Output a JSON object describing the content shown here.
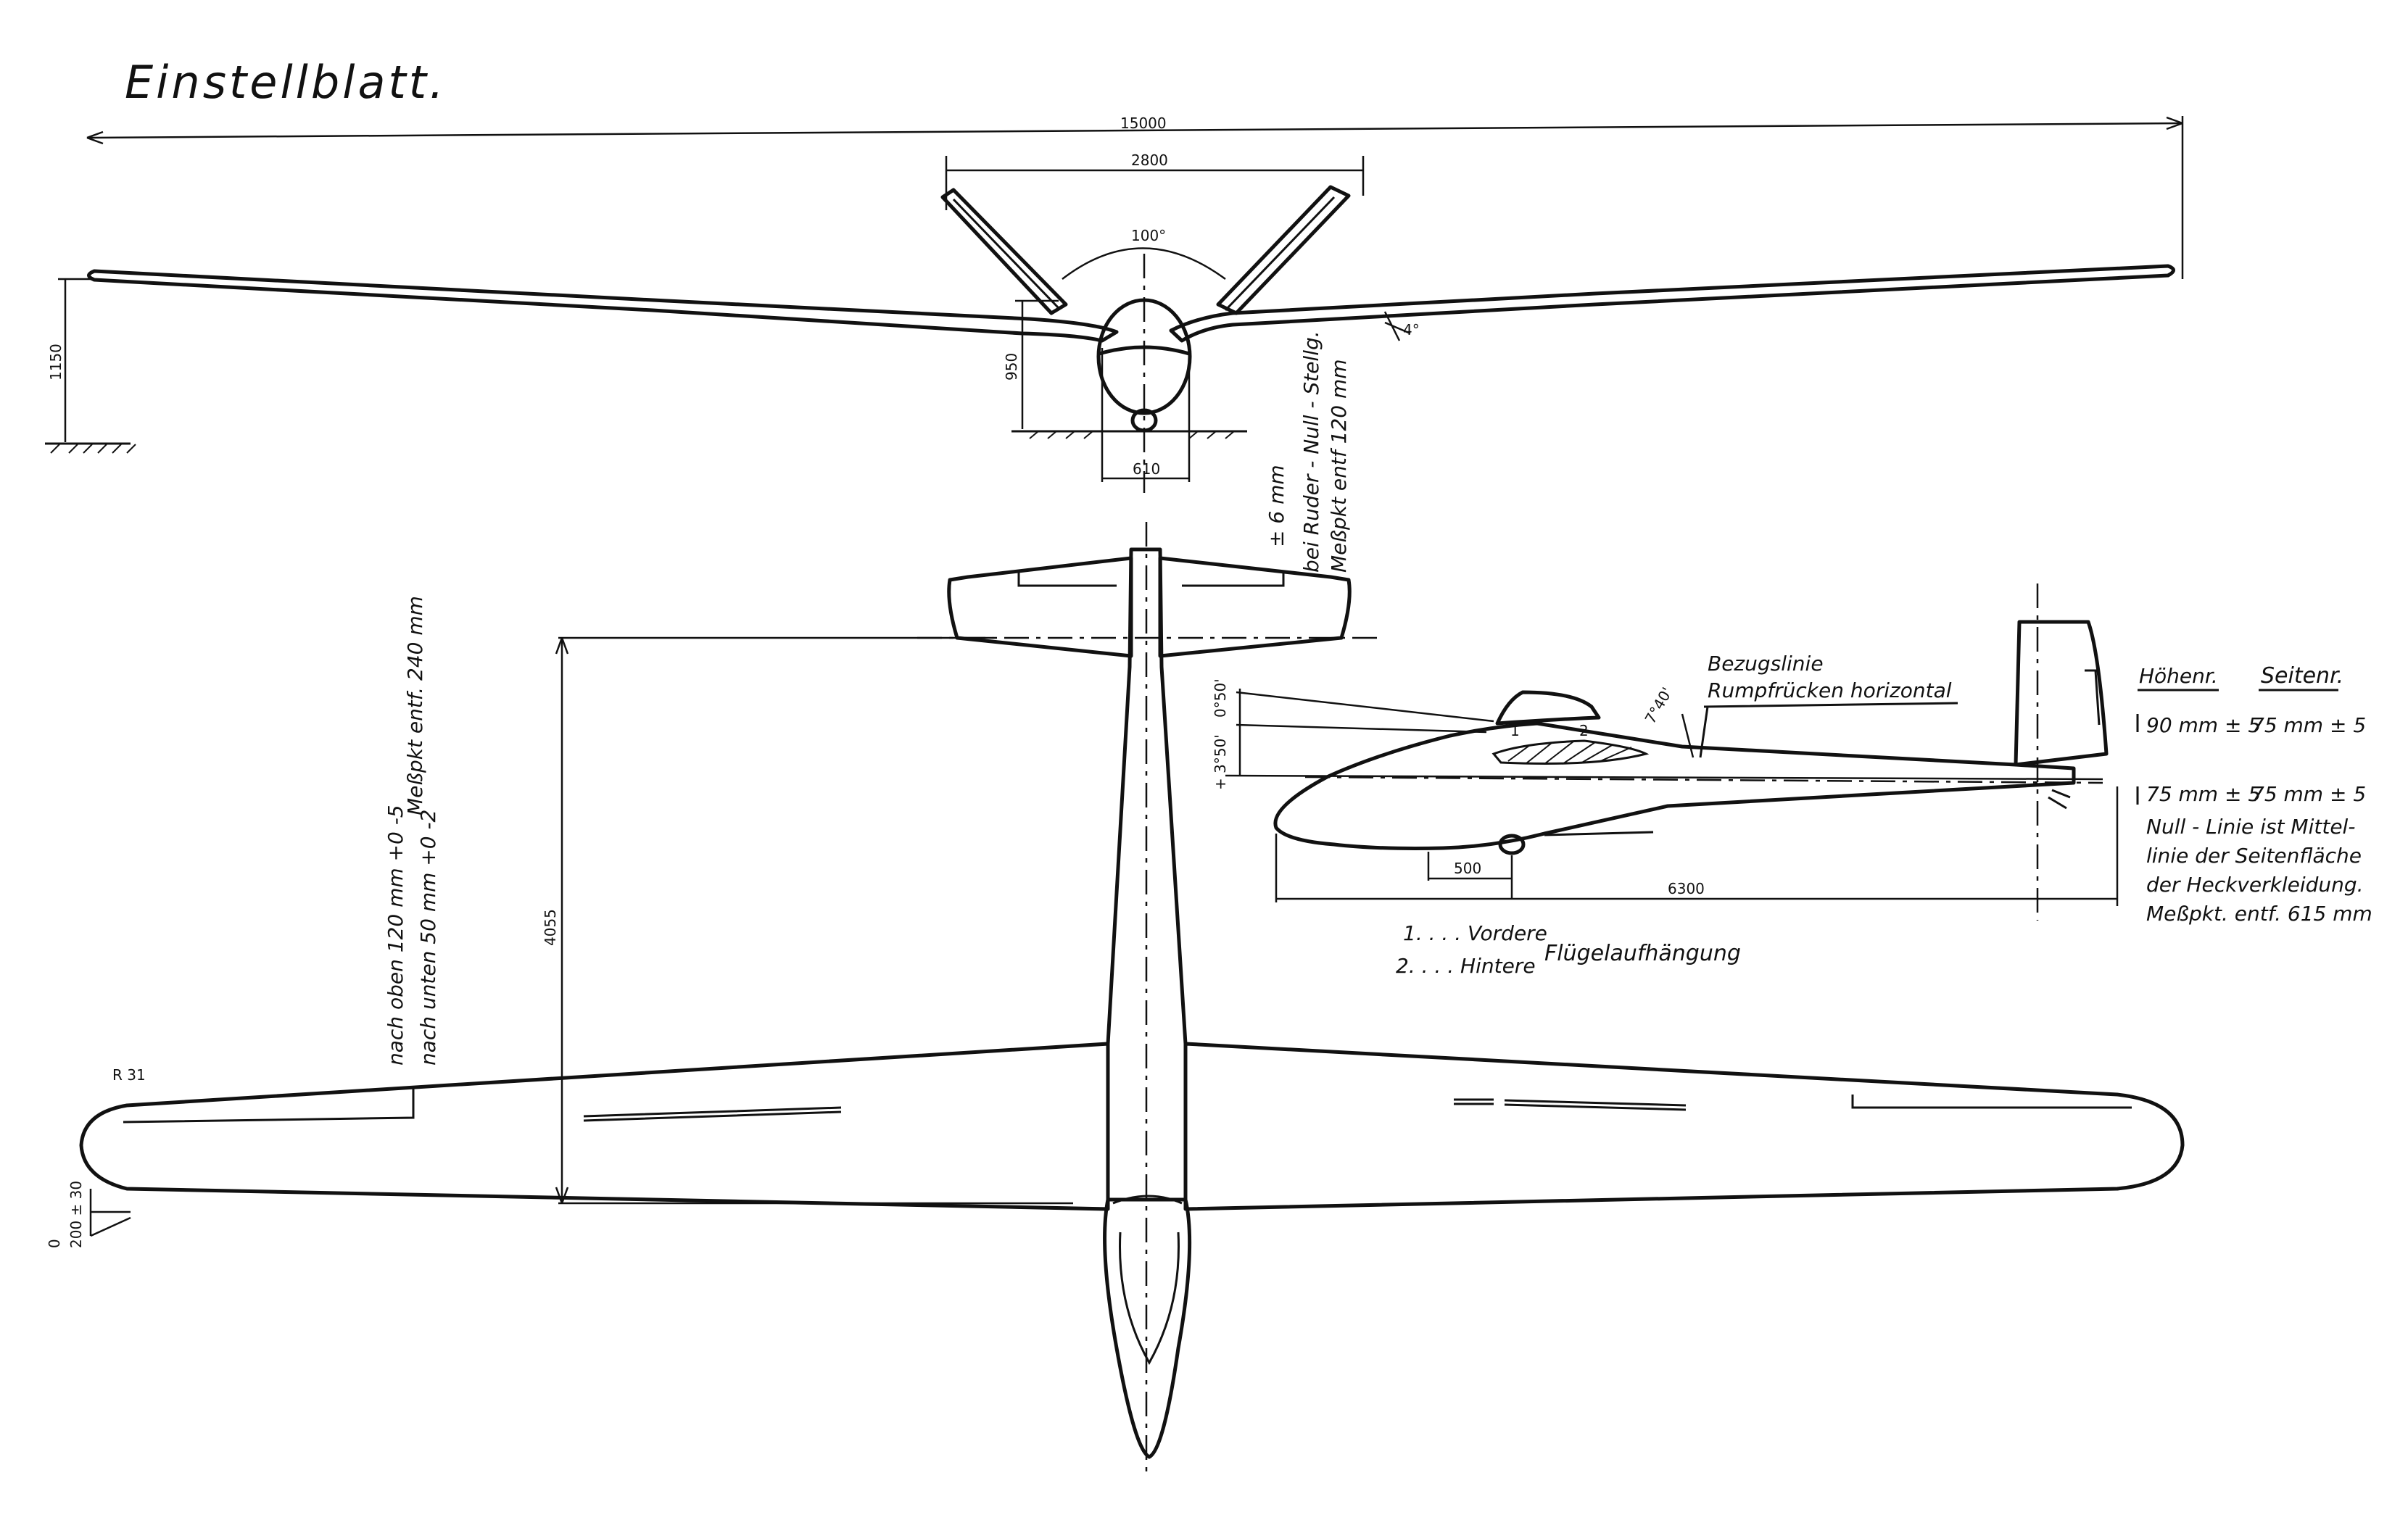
{
  "title": "Einstellblatt.",
  "front_view": {
    "span": "15000",
    "dihedral_width": "2800",
    "dihedral_angle": "100°",
    "wing_angle": "4°",
    "height_950": "950",
    "fuselage_width": "610",
    "height_1150": "1150"
  },
  "rudder_note": {
    "tolerance": "± 6 mm",
    "line1": "bei Ruder - Null - Stellg.",
    "line2": "Meßpkt entf 120 mm"
  },
  "aileron_note": {
    "line1": "nach oben 120 mm +0 -5",
    "line2": "nach unten 50 mm +0 -2",
    "line3": "Meßpkt entf. 240 mm"
  },
  "top_view": {
    "chord_dim": "4055",
    "tip_radius": "R 31",
    "tip_dims": "200 ± 30",
    "tip_zero": "0"
  },
  "side_view": {
    "ref_line": "Bezugslinie",
    "ref_desc": "Rumpfrücken horizontal",
    "angle_7_40": "7°40'",
    "angle_3_50": "+ 3°50'",
    "angle_0_50": "0°50'",
    "point_1": "1",
    "point_2": "2",
    "dim_500": "500",
    "dim_6300": "6300"
  },
  "legend": {
    "item1": "1. . . . Vordere",
    "item2": "2. . . . Hintere",
    "label": "Flügelaufhängung"
  },
  "tail_table": {
    "col1": "Höhenr.",
    "col2": "Seitenr.",
    "r1c1": "90 mm ± 5",
    "r1c2": "75 mm ± 5",
    "r2c1": "75 mm ± 5",
    "r2c2": "75 mm ± 5",
    "null_note1": "Null - Linie ist Mittel-",
    "null_note2": "linie der Seitenfläche",
    "null_note3": "der Heckverkleidung.",
    "null_note4": "Meßpkt. entf. 615 mm"
  }
}
